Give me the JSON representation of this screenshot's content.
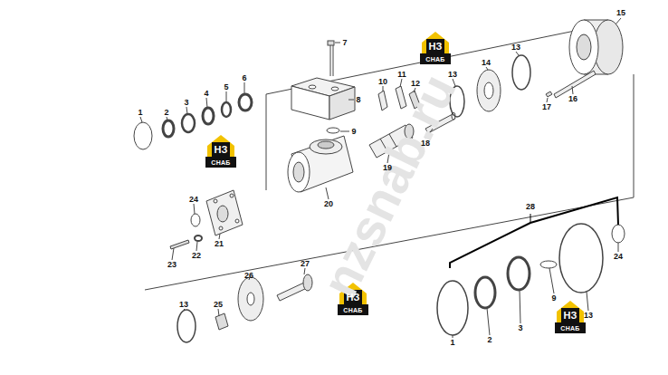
{
  "diagram": {
    "labels": [
      "15",
      "7",
      "НЗ",
      "СНАБ",
      "13",
      "14",
      "13",
      "11",
      "10",
      "12",
      "6",
      "5",
      "4",
      "3",
      "2",
      "1",
      "8",
      "16",
      "17",
      "9",
      "18",
      "НЗ",
      "СНАБ",
      "19",
      "20",
      "24",
      "28",
      "21",
      "24",
      "22",
      "23",
      "27",
      "26",
      "НЗ",
      "СНАБ",
      "9",
      "13",
      "25",
      "НЗ",
      "СНАБ",
      "13",
      "3",
      "2",
      "1",
      "nzsnab.ru"
    ]
  }
}
